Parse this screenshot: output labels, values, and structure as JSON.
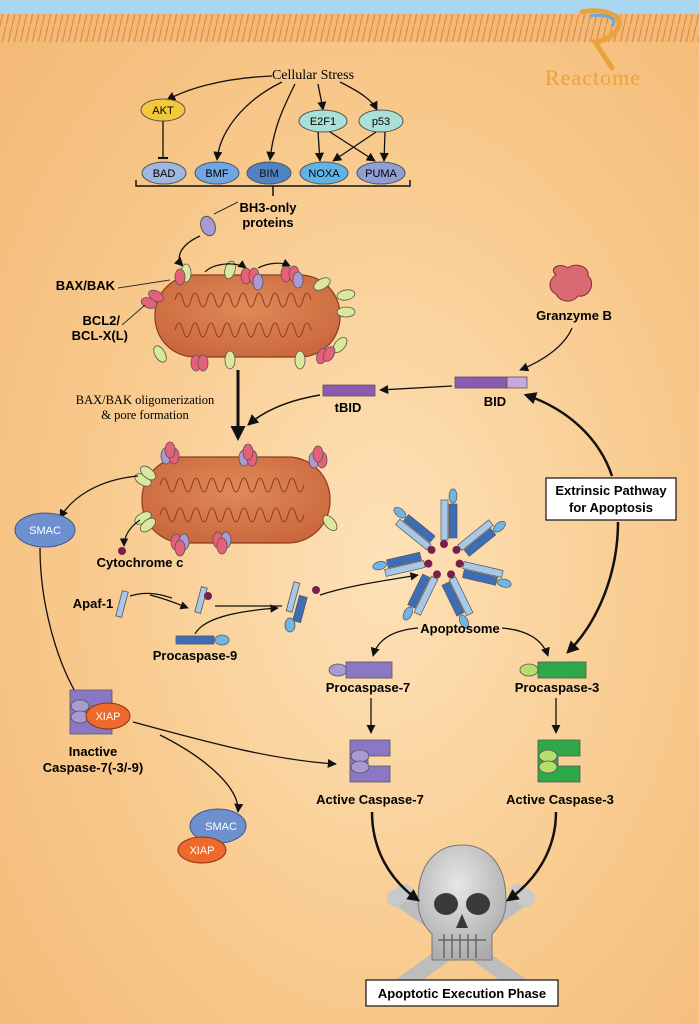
{
  "brand": {
    "logo_text": "Reactome",
    "colors": {
      "blue_band": "#a9d6f0",
      "hatch_band": "#f2b46c",
      "logo": "#e9a33a"
    }
  },
  "stress": {
    "label": "Cellular Stress"
  },
  "upstream": {
    "akt": "AKT",
    "e2f1": "E2F1",
    "p53": "p53"
  },
  "bh3_family": [
    "BAD",
    "BMF",
    "BIM",
    "NOXA",
    "PUMA"
  ],
  "labels": {
    "bh3_only_line1": "BH3-only",
    "bh3_only_line2": "proteins",
    "bax_bak": "BAX/BAK",
    "bcl2_line1": "BCL2/",
    "bcl2_line2": "BCL-X(L)",
    "oligomer_line1": "BAX/BAK oligomerization",
    "oligomer_line2": "& pore formation",
    "granzyme_b": "Granzyme B",
    "bid": "BID",
    "tbid": "tBID",
    "smac": "SMAC",
    "cytochrome_c": "Cytochrome c",
    "apaf1": "Apaf-1",
    "procaspase9": "Procaspase-9",
    "apoptosome": "Apoptosome",
    "extrinsic_line1": "Extrinsic Pathway",
    "extrinsic_line2": "for Apoptosis",
    "procaspase7": "Procaspase-7",
    "procaspase3": "Procaspase-3",
    "xiap": "XIAP",
    "inactive_line1": "Inactive",
    "inactive_line2": "Caspase-7(-3/-9)",
    "active_casp7": "Active Caspase-7",
    "active_casp3": "Active Caspase-3",
    "smac2": "SMAC",
    "xiap2": "XIAP",
    "execution": "Apoptotic Execution Phase"
  }
}
